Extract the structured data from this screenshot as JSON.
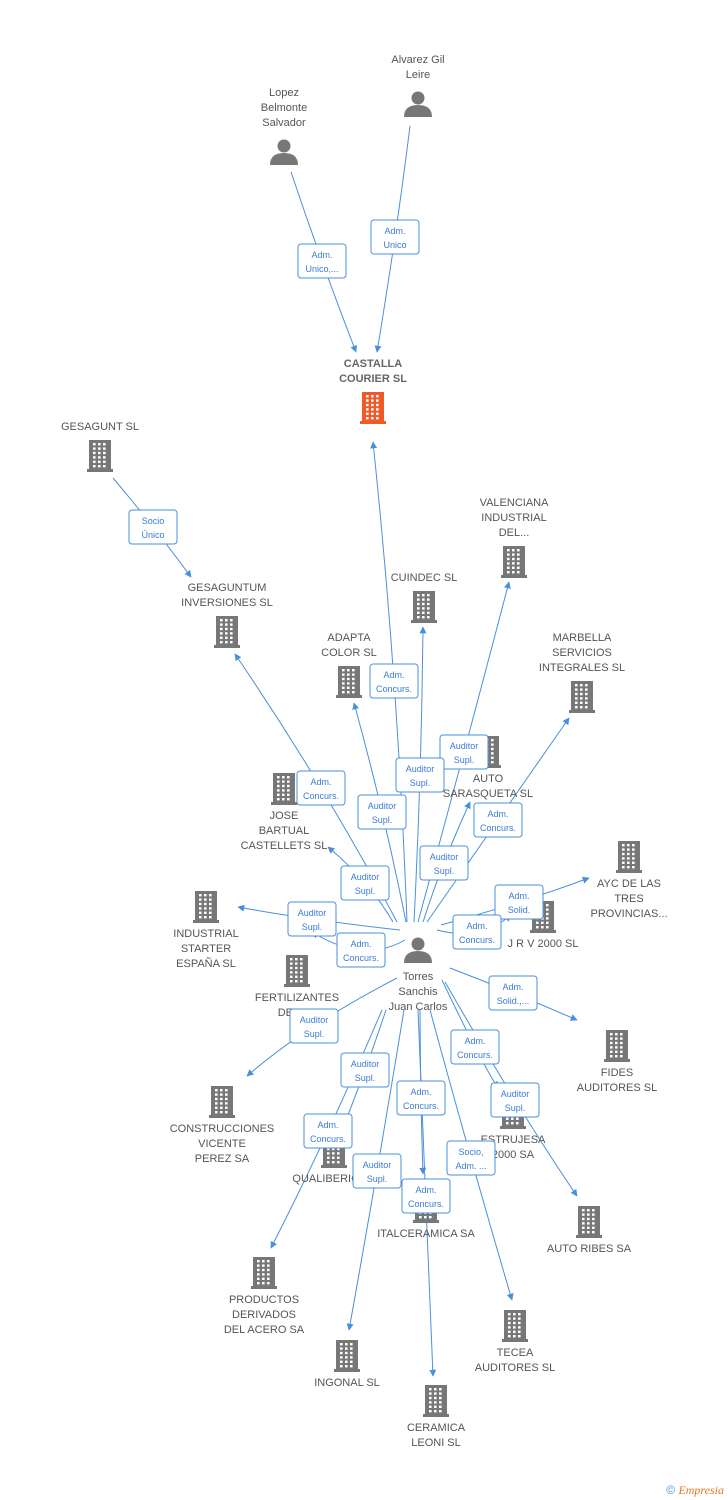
{
  "footer": {
    "copyright": "©",
    "brand": "Empresia"
  },
  "colors": {
    "edge": "#4a90d9",
    "node": "#777777",
    "focus": "#f05a28"
  },
  "nodes": [
    {
      "id": "castalla",
      "type": "company",
      "focus": true,
      "label": [
        "CASTALLA",
        "COURIER  SL"
      ]
    },
    {
      "id": "lopez",
      "type": "person",
      "label": [
        "Lopez",
        "Belmonte",
        "Salvador"
      ]
    },
    {
      "id": "alvarez",
      "type": "person",
      "label": [
        "Alvarez Gil",
        "Leire"
      ]
    },
    {
      "id": "torres",
      "type": "person",
      "label": [
        "Torres",
        "Sanchis",
        "Juan Carlos"
      ]
    },
    {
      "id": "gesagunt",
      "type": "company",
      "label": [
        "GESAGUNT SL"
      ]
    },
    {
      "id": "gesaguntum",
      "type": "company",
      "label": [
        "GESAGUNTUM",
        "INVERSIONES SL"
      ]
    },
    {
      "id": "valenciana",
      "type": "company",
      "label": [
        "VALENCIANA",
        "INDUSTRIAL",
        "DEL..."
      ]
    },
    {
      "id": "cuindec",
      "type": "company",
      "label": [
        "CUINDEC SL"
      ]
    },
    {
      "id": "adapta",
      "type": "company",
      "label": [
        "ADAPTA",
        "COLOR SL"
      ]
    },
    {
      "id": "marbella",
      "type": "company",
      "label": [
        "MARBELLA",
        "SERVICIOS",
        "INTEGRALES SL"
      ]
    },
    {
      "id": "autosara",
      "type": "company",
      "label": [
        "AUTO",
        "SARASQUETA SL"
      ]
    },
    {
      "id": "jose",
      "type": "company",
      "label": [
        "JOSE",
        "BARTUAL",
        "CASTELLETS SL"
      ]
    },
    {
      "id": "ayc",
      "type": "company",
      "label": [
        "AYC DE LAS",
        "TRES",
        "PROVINCIAS..."
      ]
    },
    {
      "id": "jrv",
      "type": "company",
      "label": [
        "J R V 2000 SL"
      ]
    },
    {
      "id": "industrial",
      "type": "company",
      "label": [
        "INDUSTRIAL",
        "STARTER",
        "ESPAÑA SL"
      ]
    },
    {
      "id": "fertilizantes",
      "type": "company",
      "label": [
        "FERTILIZANTES",
        "DEL T..."
      ]
    },
    {
      "id": "fides",
      "type": "company",
      "label": [
        "FIDES",
        "AUDITORES SL"
      ]
    },
    {
      "id": "construcciones",
      "type": "company",
      "label": [
        "CONSTRUCCIONES",
        "VICENTE",
        "PEREZ SA"
      ]
    },
    {
      "id": "estrujesa",
      "type": "company",
      "label": [
        "ESTRUJESA",
        "2000 SA"
      ]
    },
    {
      "id": "qualiberica",
      "type": "company",
      "label": [
        "QUALIBERICA..."
      ]
    },
    {
      "id": "italceramica",
      "type": "company",
      "label": [
        "ITALCERAMICA SA"
      ]
    },
    {
      "id": "autoribes",
      "type": "company",
      "label": [
        "AUTO RIBES SA"
      ]
    },
    {
      "id": "productos",
      "type": "company",
      "label": [
        "PRODUCTOS",
        "DERIVADOS",
        "DEL ACERO SA"
      ]
    },
    {
      "id": "tecea",
      "type": "company",
      "label": [
        "TECEA",
        "AUDITORES SL"
      ]
    },
    {
      "id": "ingonal",
      "type": "company",
      "label": [
        "INGONAL SL"
      ]
    },
    {
      "id": "ceramica",
      "type": "company",
      "label": [
        "CERAMICA",
        "LEONI SL"
      ]
    }
  ],
  "edges": [
    {
      "from": "lopez",
      "to": "castalla",
      "label": [
        "Adm.",
        "Unico,..."
      ]
    },
    {
      "from": "alvarez",
      "to": "castalla",
      "label": [
        "Adm.",
        "Unico"
      ]
    },
    {
      "from": "gesagunt",
      "to": "gesaguntum",
      "label": [
        "Socio",
        "Único"
      ]
    },
    {
      "from": "torres",
      "to": "castalla",
      "label": [
        "Adm.",
        "Concurs."
      ]
    },
    {
      "from": "torres",
      "to": "valenciana",
      "label": [
        "Auditor",
        "Supl."
      ]
    },
    {
      "from": "torres",
      "to": "cuindec",
      "label": [
        "Auditor",
        "Supl."
      ]
    },
    {
      "from": "torres",
      "to": "adapta",
      "label": [
        "Auditor",
        "Supl."
      ]
    },
    {
      "from": "torres",
      "to": "marbella",
      "label": [
        "Adm.",
        "Concurs."
      ]
    },
    {
      "from": "torres",
      "to": "gesaguntum",
      "label": [
        "Adm.",
        "Concurs."
      ]
    },
    {
      "from": "torres",
      "to": "autosara",
      "label": [
        "Auditor",
        "Supl."
      ]
    },
    {
      "from": "torres",
      "to": "jose",
      "label": [
        "Auditor",
        "Supl."
      ]
    },
    {
      "from": "torres",
      "to": "ayc",
      "label": [
        "Adm.",
        "Solid."
      ]
    },
    {
      "from": "torres",
      "to": "jrv",
      "label": [
        "Adm.",
        "Concurs."
      ]
    },
    {
      "from": "torres",
      "to": "industrial",
      "label": [
        "Auditor",
        "Supl."
      ]
    },
    {
      "from": "torres",
      "to": "fertilizantes",
      "label": [
        "Adm.",
        "Concurs."
      ]
    },
    {
      "from": "torres",
      "to": "fides",
      "label": [
        "Adm.",
        "Solid.,..."
      ]
    },
    {
      "from": "torres",
      "to": "construcciones",
      "label": [
        "Auditor",
        "Supl."
      ]
    },
    {
      "from": "torres",
      "to": "estrujesa",
      "label": [
        "Adm.",
        "Concurs."
      ]
    },
    {
      "from": "torres",
      "to": "autoribes",
      "label": [
        "Auditor",
        "Supl."
      ]
    },
    {
      "from": "torres",
      "to": "qualiberica",
      "label": [
        "Auditor",
        "Supl."
      ]
    },
    {
      "from": "torres",
      "to": "italceramica",
      "label": [
        "Adm.",
        "Concurs."
      ]
    },
    {
      "from": "torres",
      "to": "productos",
      "label": [
        "Adm.",
        "Concurs."
      ]
    },
    {
      "from": "torres",
      "to": "tecea",
      "label": [
        "Socio,",
        "Adm. ..."
      ]
    },
    {
      "from": "torres",
      "to": "ingonal",
      "label": [
        "Auditor",
        "Supl."
      ]
    },
    {
      "from": "torres",
      "to": "ceramica",
      "label": [
        "Adm.",
        "Concurs."
      ]
    }
  ]
}
